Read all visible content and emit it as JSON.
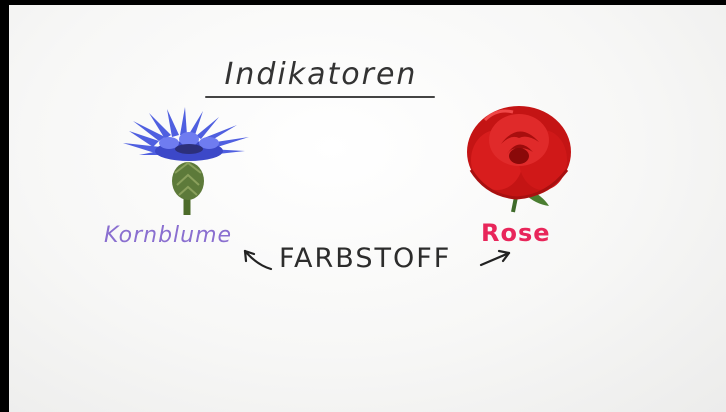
{
  "slide": {
    "title": "Indikatoren",
    "center_label": "FARBSTOFF",
    "flowers": [
      {
        "name": "Kornblume",
        "color": "#8a6fd0",
        "icon": "cornflower-icon"
      },
      {
        "name": "Rose",
        "color": "#e8265a",
        "icon": "rose-icon"
      }
    ]
  }
}
